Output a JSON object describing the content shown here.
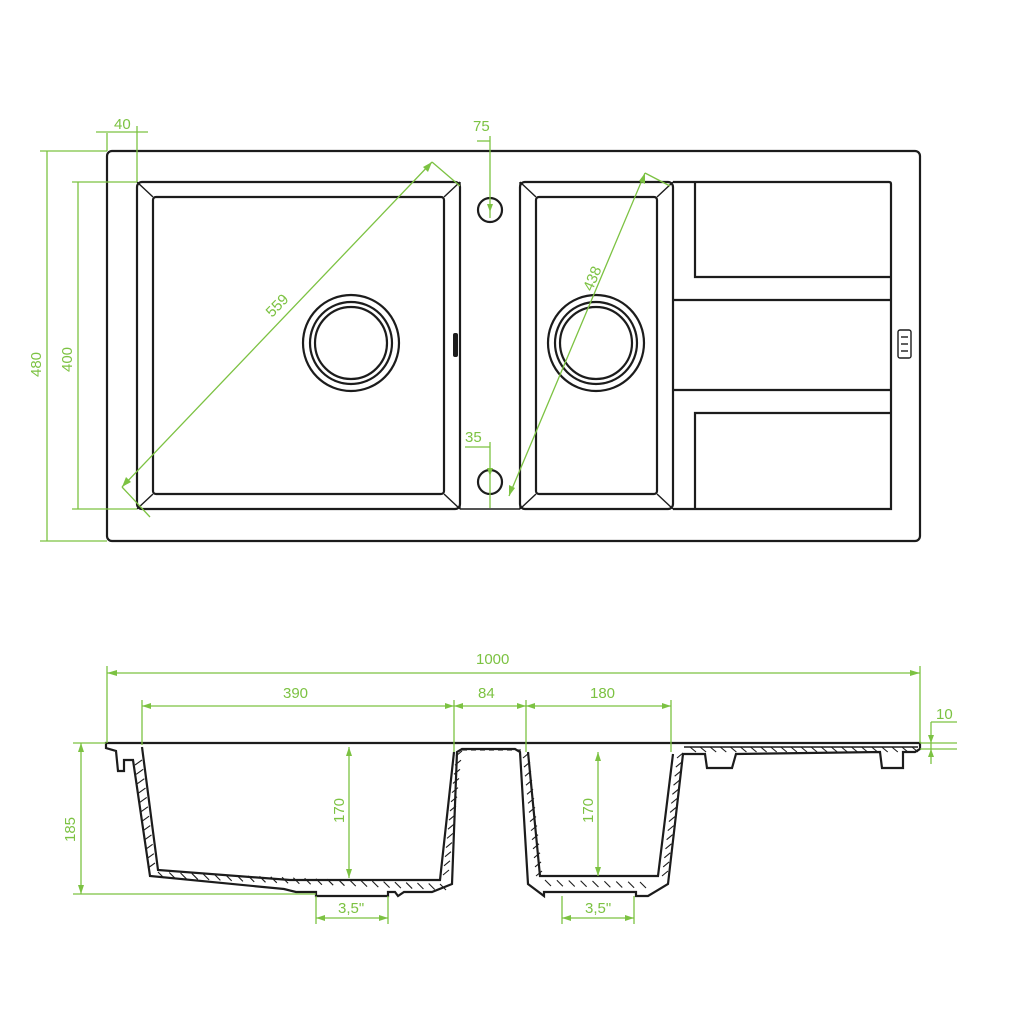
{
  "colors": {
    "outline": "#1c1c1c",
    "dimension": "#7cc242",
    "background": "#ffffff"
  },
  "plan": {
    "dims": {
      "rim_offset": "40",
      "tap_hole": "75",
      "overflow_hole": "35",
      "overall_depth": "480",
      "bowl_depth": "400",
      "large_bowl_diagonal": "559",
      "small_bowl_diagonal": "438"
    }
  },
  "section": {
    "dims": {
      "overall_width": "1000",
      "large_bowl_width": "390",
      "divider_width": "84",
      "small_bowl_width": "180",
      "rim_thickness": "10",
      "total_height": "185",
      "large_bowl_height": "170",
      "small_bowl_height": "170",
      "large_waste": "3,5\"",
      "small_waste": "3,5\""
    }
  },
  "icons": [
    "brand-logo-icon",
    "waste-outlet-icon",
    "tap-hole-icon"
  ]
}
